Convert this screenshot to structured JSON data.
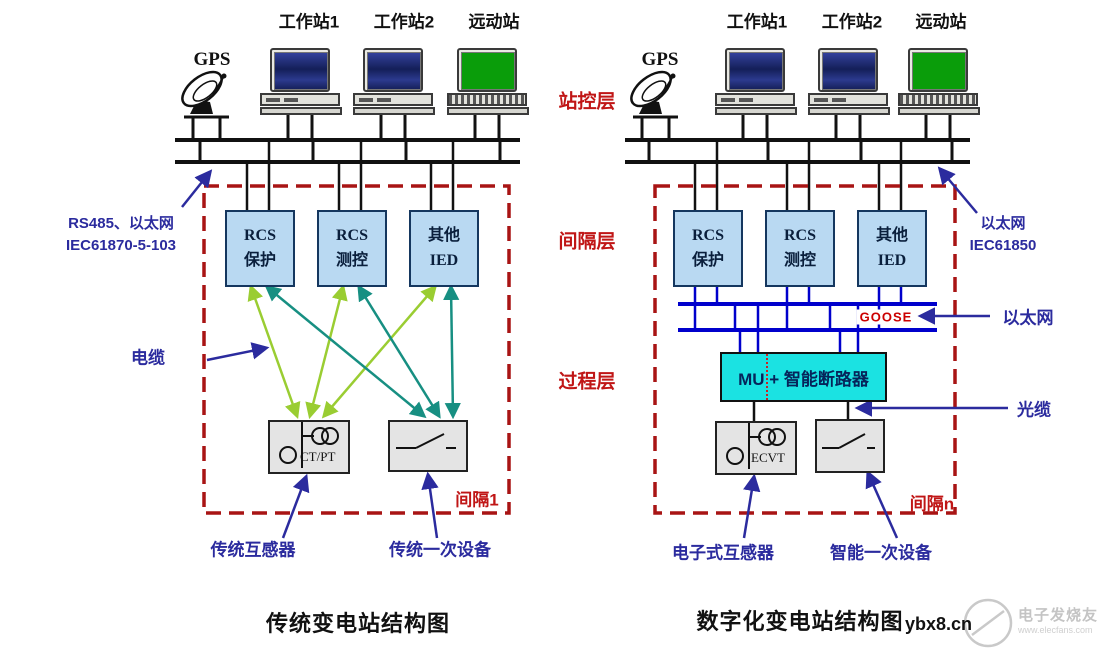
{
  "devices": {
    "gps": "GPS",
    "ws1": "工作站1",
    "ws2": "工作站2",
    "rtu": "远动站"
  },
  "layers": {
    "station": "站控层",
    "bay": "间隔层",
    "process": "过程层"
  },
  "ied_boxes": [
    {
      "l1": "RCS",
      "l2": "保护"
    },
    {
      "l1": "RCS",
      "l2": "测控"
    },
    {
      "l1": "其他",
      "l2": "IED"
    }
  ],
  "left": {
    "title": "传统变电站结构图",
    "protocol_line1": "RS485、以太网",
    "protocol_line2": "IEC61870-5-103",
    "cable_label": "电缆",
    "bay_label": "间隔1",
    "ctpt_label": "CT/PT",
    "transducer_label": "传统互感器",
    "primary_label": "传统一次设备"
  },
  "right": {
    "title": "数字化变电站结构图",
    "protocol_line1": "以太网",
    "protocol_line2": "IEC61850",
    "goose_label": "GOOSE",
    "ethernet_label": "以太网",
    "mu_label": "MU + 智能断路器",
    "fiber_label": "光缆",
    "bay_label": "间隔n",
    "ecvt_label": "ECVT",
    "transducer_label": "电子式互感器",
    "primary_label": "智能一次设备"
  },
  "watermark": {
    "site": "ybx8.cn",
    "brand": "电子发烧友",
    "url": "www.elecfans.com"
  },
  "colors": {
    "dashed_box_red": "#a81414",
    "layer_label_red": "#c01616",
    "annotation_blue": "#2b2b9e",
    "ied_box_blue": "#b9d9f2",
    "mu_box_cyan": "#1be2e2",
    "process_bus_blue": "#0000cc",
    "cable_arrow_green": "#9acd32",
    "cable_arrow_teal": "#178f82"
  }
}
